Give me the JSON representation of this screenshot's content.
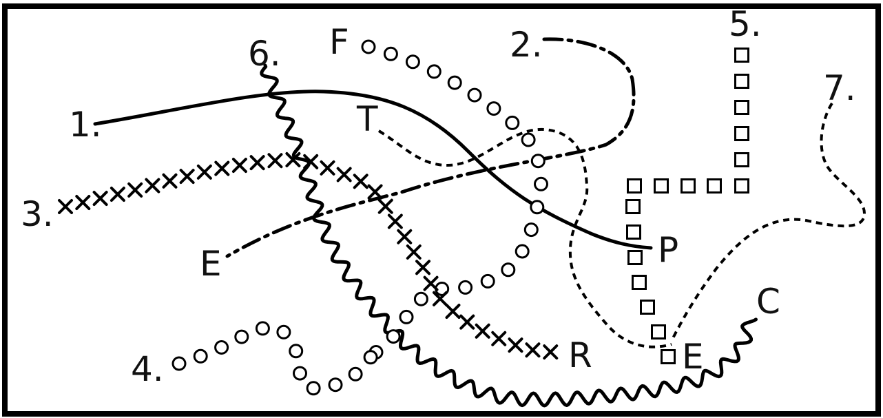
{
  "labels": {
    "n1": "1.",
    "n2": "2.",
    "n3": "3.",
    "n4": "4.",
    "n5": "5.",
    "n6": "6.",
    "n7": "7.",
    "F": "F",
    "T": "T",
    "E_left": "E",
    "P": "P",
    "R": "R",
    "E_right": "E",
    "C": "C"
  }
}
